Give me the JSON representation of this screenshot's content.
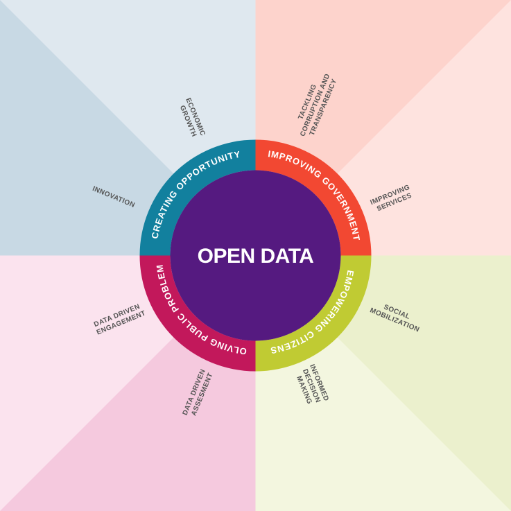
{
  "center": {
    "title": "OPEN DATA",
    "color": "#551a80"
  },
  "segments": [
    {
      "id": "creating-opportunity",
      "label": "CREATING OPPORTUNITY",
      "color": "#12809e",
      "background": {
        "dark": "#c8d9e4",
        "light": "#dfe8ef"
      },
      "outer_labels": [
        [
          "ECONOMIC",
          "GROWTH"
        ],
        [
          "INNOVATION"
        ]
      ]
    },
    {
      "id": "improving-government",
      "label": "IMPROVING GOVERNMENT",
      "color": "#f24832",
      "background": {
        "dark": "#fdd3cc",
        "light": "#fee3df"
      },
      "outer_labels": [
        [
          "TACKLING",
          "CORRUPTION AND",
          "TRANSPARENCY"
        ],
        [
          "IMPROVING",
          "SERVICES"
        ]
      ]
    },
    {
      "id": "empowering-citizens",
      "label": "EMPOWERING CITIZENS",
      "color": "#c0cb33",
      "background": {
        "dark": "#ebf0cd",
        "light": "#f3f6df"
      },
      "outer_labels": [
        [
          "SOCIAL",
          "MOBILIZATION"
        ],
        [
          "INFORMED",
          "DECISION",
          "MAKING"
        ]
      ]
    },
    {
      "id": "solving-public-problems",
      "label": "SOLVING PUBLIC PROBLEMS",
      "color": "#c2185b",
      "background": {
        "dark": "#f5c9de",
        "light": "#fbe3ee"
      },
      "outer_labels": [
        [
          "DATA DRIVEN",
          "ASSESMENT"
        ],
        [
          "DATA DRIVEN",
          "ENGAGEMENT"
        ]
      ]
    }
  ]
}
